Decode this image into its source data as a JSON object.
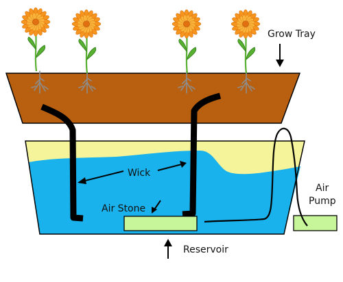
{
  "labels": {
    "grow_tray": "Grow Tray",
    "wick": "Wick",
    "air_stone": "Air Stone",
    "air_pump_line1": "Air",
    "air_pump_line2": "Pump",
    "reservoir": "Reservoir"
  },
  "colors": {
    "tray": "#b8600f",
    "water": "#1ab2ec",
    "air_gap": "#f6f49a",
    "air_stone": "#c7f59a",
    "air_pump": "#c7f59a",
    "wick": "#000000",
    "stem": "#58b030",
    "petal": "#f7941d",
    "petal_inner": "#f9b23a",
    "flower_center": "#e27011",
    "roots": "#8d8d8d"
  },
  "plants": [
    {
      "name": "plant-1"
    },
    {
      "name": "plant-2"
    },
    {
      "name": "plant-3"
    },
    {
      "name": "plant-4"
    }
  ]
}
